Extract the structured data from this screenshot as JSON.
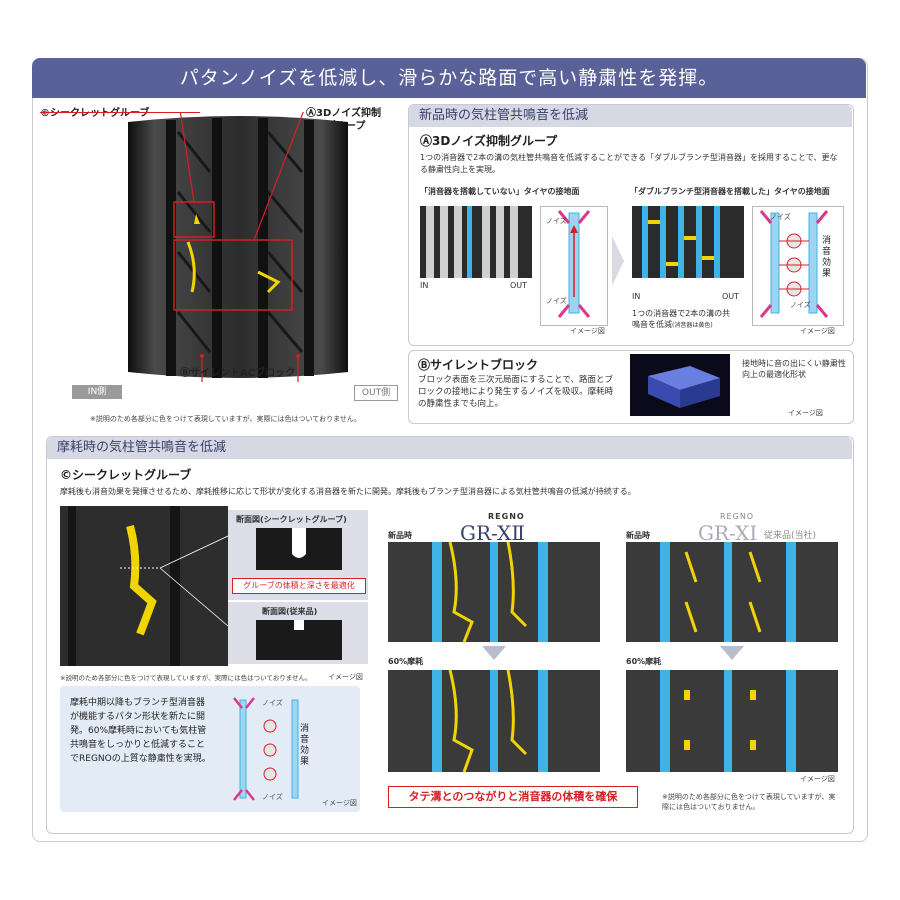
{
  "header": {
    "title": "パタンノイズを低減し、滑らかな路面で高い静粛性を発揮。"
  },
  "tire_diagram": {
    "label_c": "©シークレットグルーブ",
    "label_a_line1": "Ⓐ3Dノイズ抑制",
    "label_a_line2": "グループ",
    "label_b": "Ⓑサイレントブロック",
    "label_b_ac": "Ⓑサイレント",
    "label_b_ac2": "ACブロック",
    "in_side": "IN側",
    "out_side": "OUT側",
    "note": "※説明のため各部分に色をつけて表現していますが、実際には色はついておりません。"
  },
  "new_section": {
    "heading": "新品時の気柱管共鳴音を低減",
    "a_title": "Ⓐ3Dノイズ抑制グループ",
    "a_desc": "1つの消音器で2本の溝の気柱管共鳴音を低減することができる「ダブルブランチ型消音器」を採用することで、更なる静粛性向上を実現。",
    "left_caption": "「消音器を搭載していない」タイヤの接地面",
    "right_caption": "「ダブルブランチ型消音器を搭載した」タイヤの接地面",
    "in": "IN",
    "out": "OUT",
    "noise": "ノイズ",
    "image_note": "イメージ図",
    "silencer_effect": "消音効果",
    "double_note": "1つの消音器で2本の溝の共鳴音を低減",
    "double_note_sub": "(消音器は黄色)",
    "b_title": "Ⓑサイレントブロック",
    "b_desc": "ブロック表面を三次元局面にすることで、路面とブロックの接地により発生するノイズを吸収。摩耗時の静粛性までも向上。",
    "b_side_note": "接地時に音の出にくい静粛性向上の最適化形状"
  },
  "worn_section": {
    "heading": "摩耗時の気柱管共鳴音を低減",
    "c_title": "©シークレットグルーブ",
    "c_desc": "摩耗後も消音効果を発揮させるため、摩耗推移に応じて形状が変化する消音器を新たに開発。摩耗後もブランチ型消音器による気柱管共鳴音の低減が持続する。",
    "cross_title_new": "断面図(シークレットグルーブ)",
    "cross_note": "グルーブの体積と深さを最適化",
    "cross_title_old": "断面図(従来品)",
    "color_note": "※説明のため各部分に色をつけて表現していますが、実際には色はついておりません。",
    "image_note": "イメージ図",
    "explain": "摩耗中期以降もブランチ型消音器が機能するパタン形状を新たに開発。60%摩耗時においても気柱管共鳴音をしっかりと低減することでREGNOの上質な静粛性を実現。",
    "noise": "ノイズ",
    "silencer_effect": "消音効果",
    "new_label": "新品時",
    "worn_label": "60%摩耗",
    "brand": "REGNO",
    "model_new": "GR-XⅡ",
    "model_old": "GR-XⅠ",
    "old_suffix": "従来品(当社)",
    "highlight": "タテ溝とのつながりと消音器の体積を確保",
    "bottom_note": "※説明のため各部分に色をつけて表現していますが、実際には色はついておりません。"
  },
  "colors": {
    "header": "#5a6199",
    "accent_red": "#d61f24",
    "groove_blue": "#3fb3e6",
    "silencer_yellow": "#f2d400"
  }
}
